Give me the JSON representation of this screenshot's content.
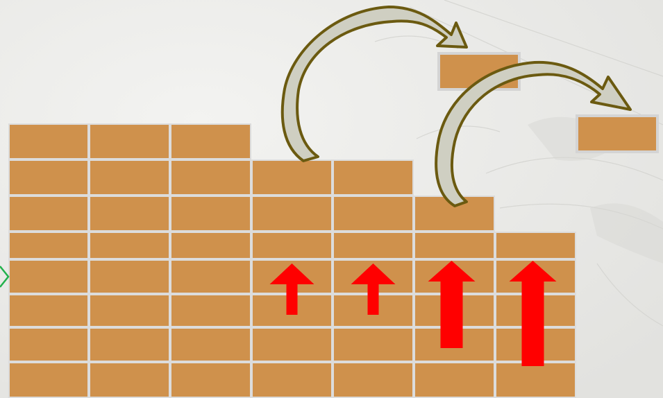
{
  "colors": {
    "background": "#ececea",
    "brick": "#cf914c",
    "mortar": "#dcdcdc",
    "arrow_up": "#ff0000",
    "curved_arrow_fill": "#cfcfc2",
    "curved_arrow_outline": "#6b5a10",
    "marker": "#22b14c"
  },
  "wall": {
    "column_heights_in_rows": [
      8,
      8,
      8,
      7,
      7,
      6,
      5
    ],
    "total_rows": 8,
    "total_columns": 7
  },
  "moved_bricks": [
    {
      "from_column": 4,
      "count": 1
    },
    {
      "from_column": 6,
      "count": 1
    }
  ],
  "up_arrows": [
    {
      "column": 4,
      "relative_length": 1
    },
    {
      "column": 5,
      "relative_length": 1
    },
    {
      "column": 6,
      "relative_length": 2
    },
    {
      "column": 7,
      "relative_length": 2
    }
  ],
  "icons": [
    "curved-arrow-icon",
    "up-arrow-icon",
    "chevron-right-icon"
  ]
}
